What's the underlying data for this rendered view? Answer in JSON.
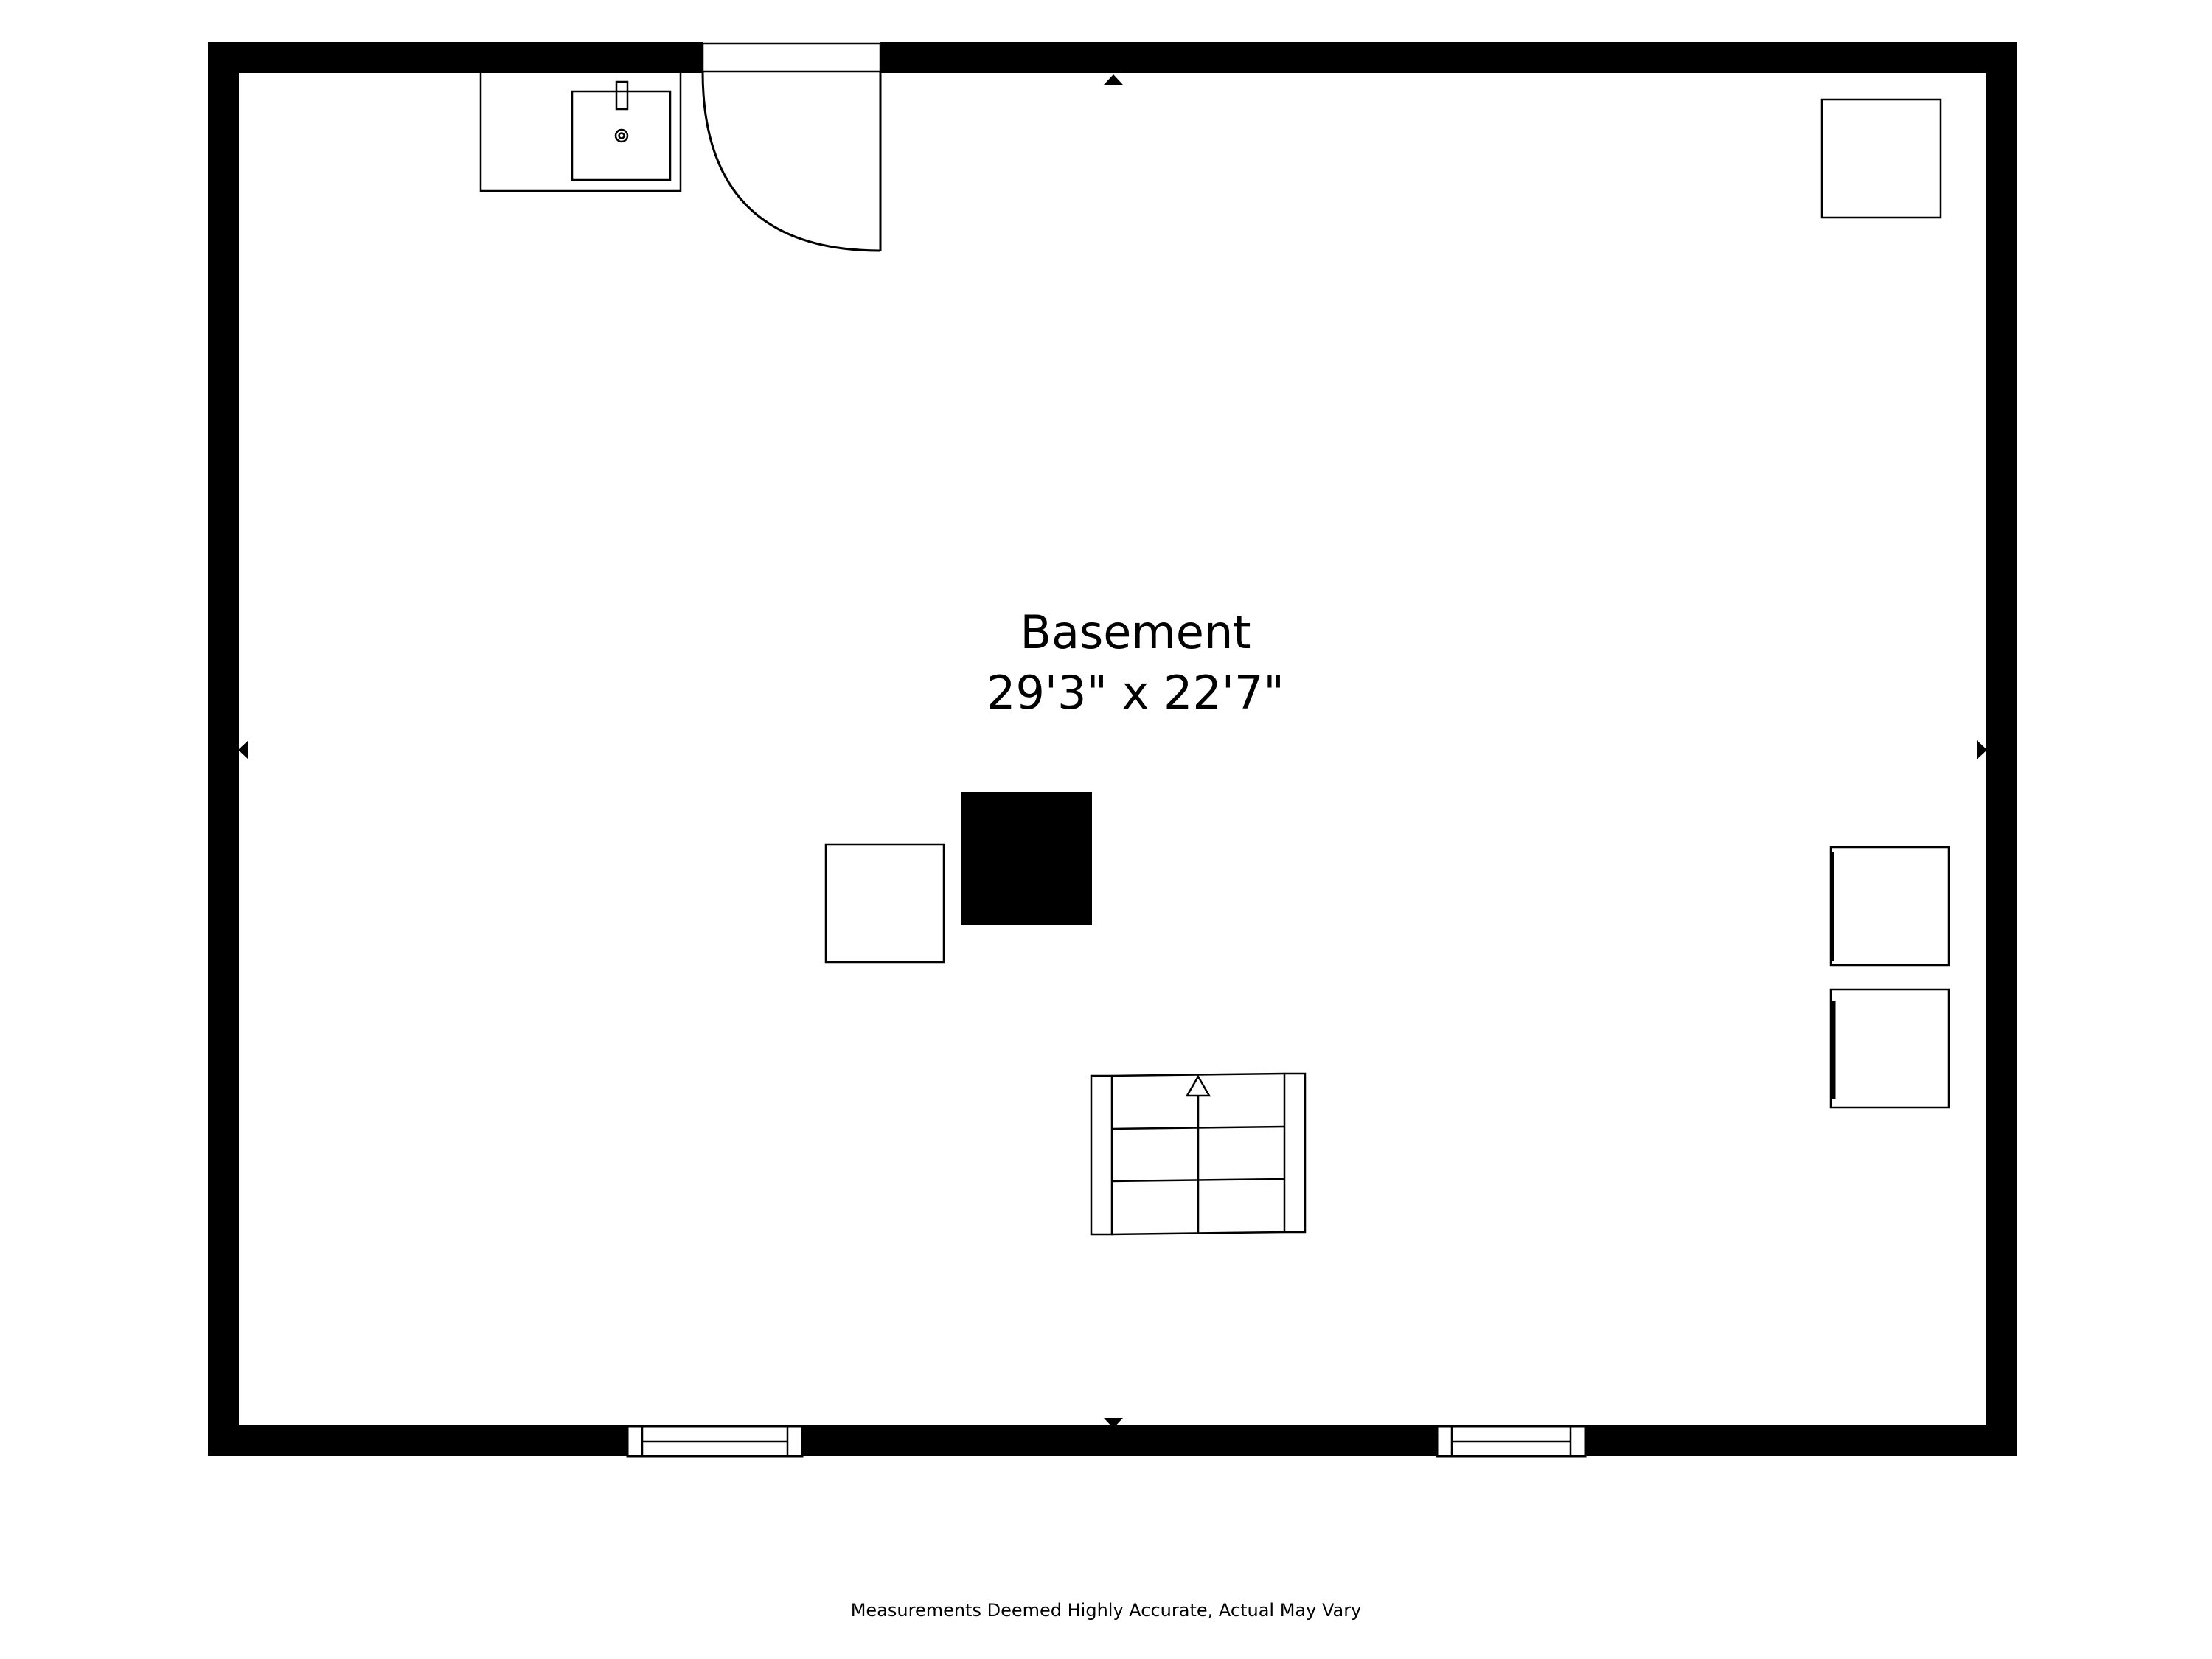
{
  "room": {
    "name": "Basement",
    "dimensions": "29'3\" x 22'7\""
  },
  "footer": {
    "disclaimer": "Measurements Deemed Highly Accurate, Actual May Vary"
  },
  "colors": {
    "wall": "#000000",
    "background": "#ffffff"
  }
}
